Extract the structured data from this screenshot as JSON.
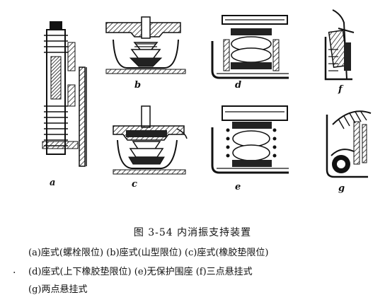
{
  "figure": {
    "panel_labels": [
      "a",
      "b",
      "c",
      "d",
      "e",
      "f",
      "g"
    ]
  },
  "caption": {
    "title": "图 3-54   内消振支持装置",
    "line1": "(a)座式(螺栓限位)  (b)座式(山型限位)  (c)座式(橡胶垫限位)",
    "line2": "(d)座式(上下橡胶垫限位)  (e)无保护围座  (f)三点悬挂式",
    "line3": "(g)两点悬挂式",
    "dot": "."
  }
}
